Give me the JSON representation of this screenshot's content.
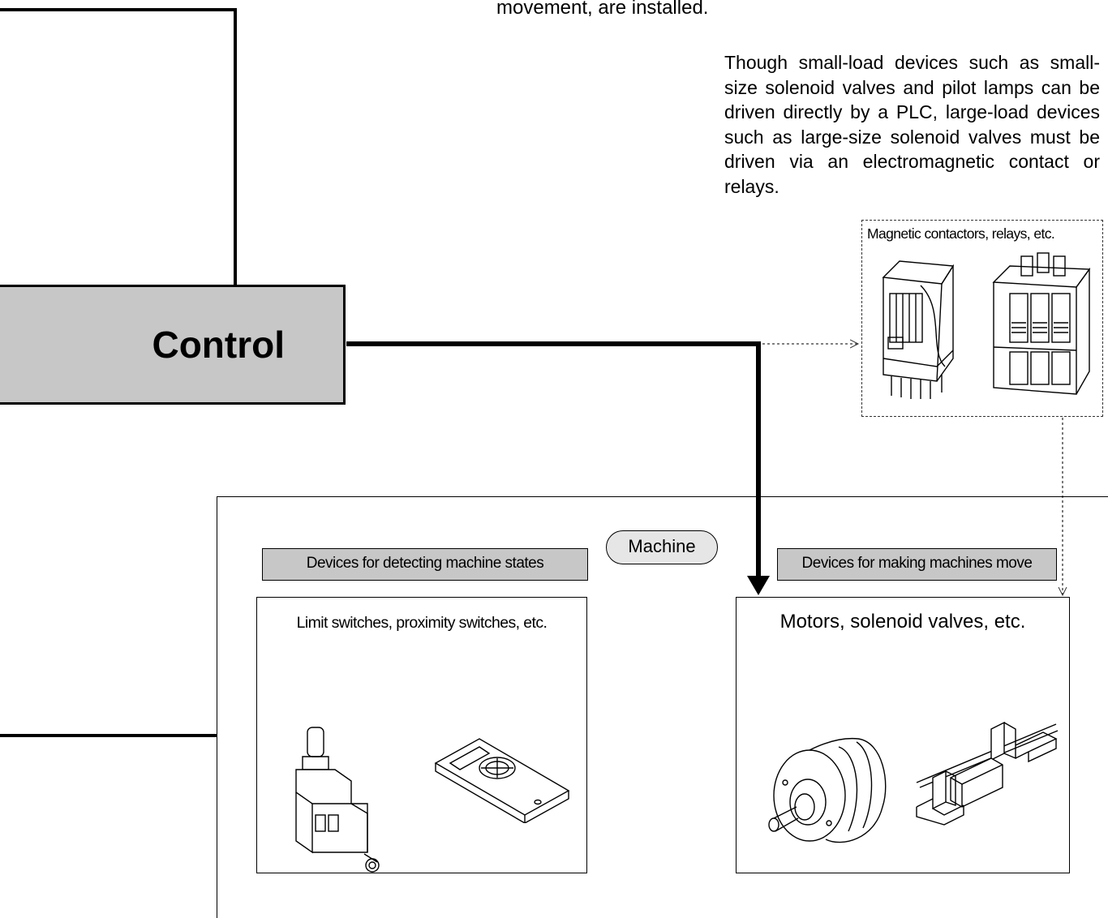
{
  "top_text": "movement, are installed.",
  "paragraph": "Though small-load devices such as small-size solenoid valves and pilot lamps can be driven directly by a PLC, large-load devices such as large-size solenoid valves must be driven via an electromagnetic contact or relays.",
  "control": {
    "label": "Control"
  },
  "contactors": {
    "label": "Magnetic contactors, relays, etc."
  },
  "machine": {
    "label": "Machine"
  },
  "detect": {
    "tag": "Devices for detecting machine states",
    "box_title": "Limit switches, proximity switches, etc."
  },
  "move": {
    "tag": "Devices for making machines move",
    "box_title": "Motors, solenoid valves, etc."
  },
  "icons": [
    "relay-icon",
    "magnetic-contactor-icon",
    "limit-switch-icon",
    "proximity-switch-icon",
    "motor-icon",
    "solenoid-valve-icon"
  ]
}
